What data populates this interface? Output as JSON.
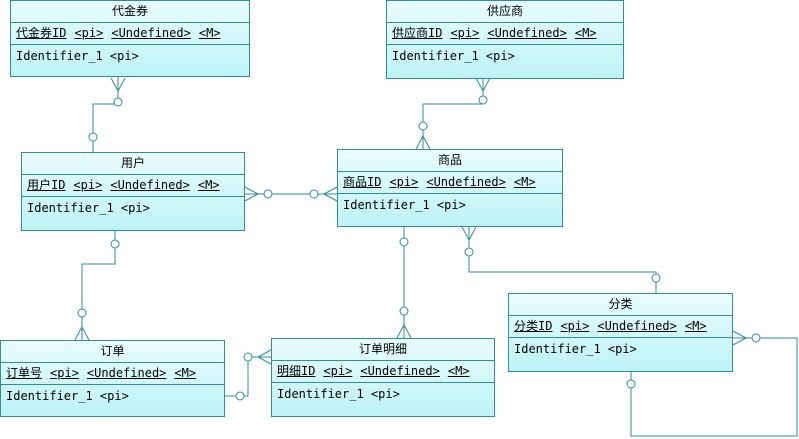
{
  "entities": {
    "voucher": {
      "title": "代金券",
      "attr": {
        "name": "代金券ID",
        "type": "<pi>",
        "dtype": "<Undefined>",
        "mand": "<M>"
      },
      "identifier": "Identifier_1  <pi>"
    },
    "supplier": {
      "title": "供应商",
      "attr": {
        "name": "供应商ID",
        "type": "<pi>",
        "dtype": "<Undefined>",
        "mand": "<M>"
      },
      "identifier": "Identifier_1  <pi>"
    },
    "user": {
      "title": "用户",
      "attr": {
        "name": "用户ID",
        "type": "<pi>",
        "dtype": "<Undefined>",
        "mand": "<M>"
      },
      "identifier": "Identifier_1  <pi>"
    },
    "product": {
      "title": "商品",
      "attr": {
        "name": "商品ID",
        "type": "<pi>",
        "dtype": "<Undefined>",
        "mand": "<M>"
      },
      "identifier": "Identifier_1  <pi>"
    },
    "category": {
      "title": "分类",
      "attr": {
        "name": "分类ID",
        "type": "<pi>",
        "dtype": "<Undefined>",
        "mand": "<M>"
      },
      "identifier": "Identifier_1  <pi>"
    },
    "order": {
      "title": "订单",
      "attr": {
        "name": "订单号",
        "type": "<pi>",
        "dtype": "<Undefined>",
        "mand": "<M>"
      },
      "identifier": "Identifier_1  <pi>"
    },
    "detail": {
      "title": "订单明细",
      "attr": {
        "name": "明细ID",
        "type": "<pi>",
        "dtype": "<Undefined>",
        "mand": "<M>"
      },
      "identifier": "Identifier_1  <pi>"
    }
  },
  "colors": {
    "line": "#2f8f95",
    "fill_top": "#eafcfe",
    "fill_bottom": "#bdf3f6"
  }
}
